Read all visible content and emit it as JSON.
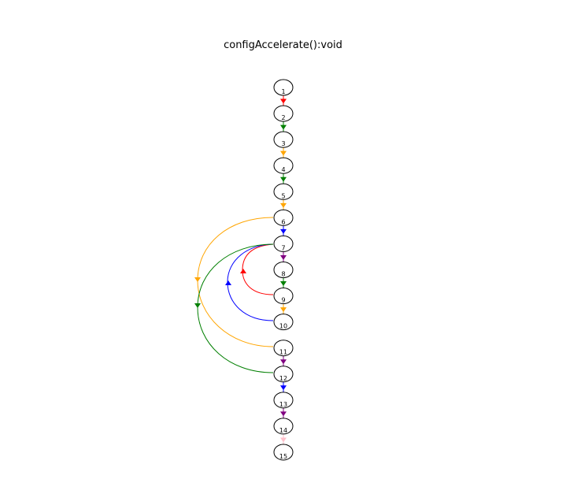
{
  "title": "configAccelerate():void",
  "colors": {
    "red": "#ff0000",
    "green": "#007f00",
    "orange": "#ffa500",
    "blue": "#0000ff",
    "purple": "#800080",
    "pink": "#ffc0cb"
  },
  "nodes": [
    "1",
    "2",
    "3",
    "4",
    "5",
    "6",
    "7",
    "8",
    "9",
    "10",
    "11",
    "12",
    "13",
    "14",
    "15"
  ],
  "edges": [
    {
      "from": "1",
      "to": "2",
      "color": "red"
    },
    {
      "from": "2",
      "to": "3",
      "color": "green"
    },
    {
      "from": "3",
      "to": "4",
      "color": "orange"
    },
    {
      "from": "4",
      "to": "5",
      "color": "green"
    },
    {
      "from": "5",
      "to": "6",
      "color": "orange"
    },
    {
      "from": "6",
      "to": "7",
      "color": "blue"
    },
    {
      "from": "7",
      "to": "8",
      "color": "purple"
    },
    {
      "from": "8",
      "to": "9",
      "color": "green"
    },
    {
      "from": "9",
      "to": "10",
      "color": "orange"
    },
    {
      "from": "9",
      "to": "7",
      "color": "red"
    },
    {
      "from": "10",
      "to": "7",
      "color": "blue"
    },
    {
      "from": "11",
      "to": "6",
      "color": "orange"
    },
    {
      "from": "7",
      "to": "12",
      "color": "green"
    },
    {
      "from": "11",
      "to": "12",
      "color": "purple"
    },
    {
      "from": "12",
      "to": "13",
      "color": "blue"
    },
    {
      "from": "13",
      "to": "14",
      "color": "purple"
    },
    {
      "from": "14",
      "to": "15",
      "color": "pink"
    }
  ]
}
